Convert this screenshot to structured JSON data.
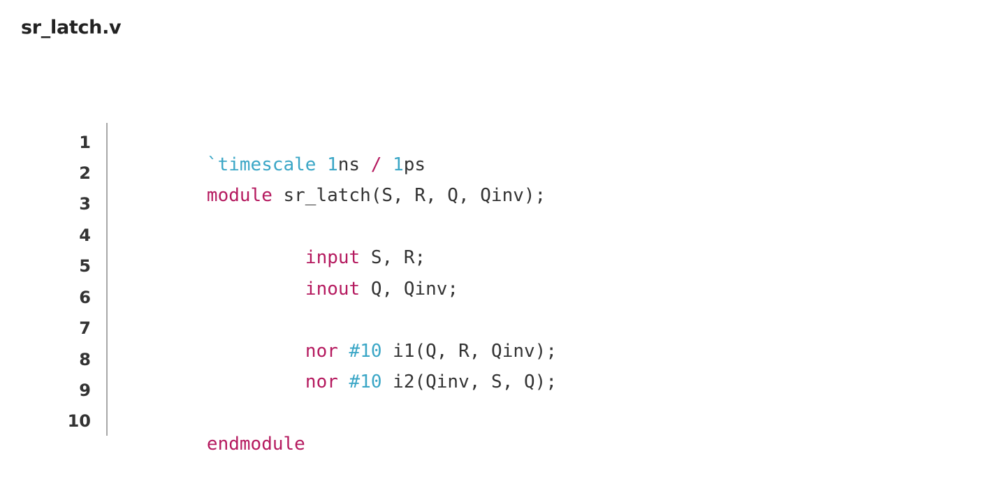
{
  "file": {
    "title": "sr_latch.v"
  },
  "colors": {
    "keyword": "#b51a5f",
    "number": "#3aa6c6",
    "plain": "#333333",
    "gutter_border": "#a7a7a7"
  },
  "code": {
    "line_numbers": [
      "1",
      "2",
      "3",
      "4",
      "5",
      "6",
      "7",
      "8",
      "9",
      "10"
    ],
    "lines": [
      {
        "tokens": {
          "t1": "`timescale",
          "t2": " ",
          "t3": "1",
          "t4": "ns ",
          "t5": "/",
          "t6": " ",
          "t7": "1",
          "t8": "ps"
        }
      },
      {
        "tokens": {
          "t1": "module",
          "t2": " sr_latch(S, R, Q, Qinv);"
        }
      },
      {
        "tokens": {}
      },
      {
        "tokens": {
          "t1": "input",
          "t2": " S, R;"
        }
      },
      {
        "tokens": {
          "t1": "inout",
          "t2": " Q, Qinv;"
        }
      },
      {
        "tokens": {}
      },
      {
        "tokens": {
          "t1": "nor",
          "t2": " ",
          "t3": "#10",
          "t4": " i1(Q, R, Qinv);"
        }
      },
      {
        "tokens": {
          "t1": "nor",
          "t2": " ",
          "t3": "#10",
          "t4": " i2(Qinv, S, Q);"
        }
      },
      {
        "tokens": {}
      },
      {
        "tokens": {
          "t1": "endmodule"
        }
      }
    ]
  }
}
